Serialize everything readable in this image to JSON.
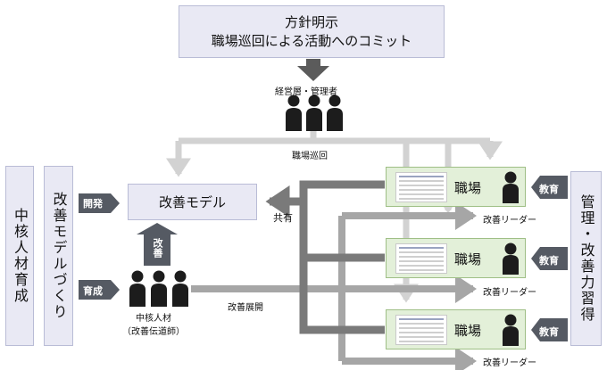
{
  "policy": {
    "line1": "方針明示",
    "line2": "職場巡回による活動へのコミット"
  },
  "management": {
    "label": "経営層・管理者"
  },
  "patrol": {
    "label": "職場巡回"
  },
  "model": {
    "label": "改善モデル"
  },
  "share": {
    "label": "共有"
  },
  "left": {
    "talent": "中核人材育成",
    "modeling": "改善モデルづくり"
  },
  "tags": {
    "develop": "開発",
    "train": "育成",
    "improve": "改善",
    "educate": "教育"
  },
  "core": {
    "name": "中核人材",
    "role": "（改善伝道師）"
  },
  "deploy": {
    "label": "改善展開"
  },
  "workplaces": [
    {
      "label": "職場",
      "leader": "改善リーダー"
    },
    {
      "label": "職場",
      "leader": "改善リーダー"
    },
    {
      "label": "職場",
      "leader": "改善リーダー"
    }
  ],
  "right": {
    "label": "管理・改善力習得"
  },
  "colors": {
    "box_fill": "#e9e9f4",
    "workplace_fill": "#e3f0d9",
    "tag_fill": "#555a63",
    "dark_arrow": "#7a7a7a",
    "light_arrow": "#d2d2d2",
    "mid_arrow": "#a6a6a6"
  }
}
